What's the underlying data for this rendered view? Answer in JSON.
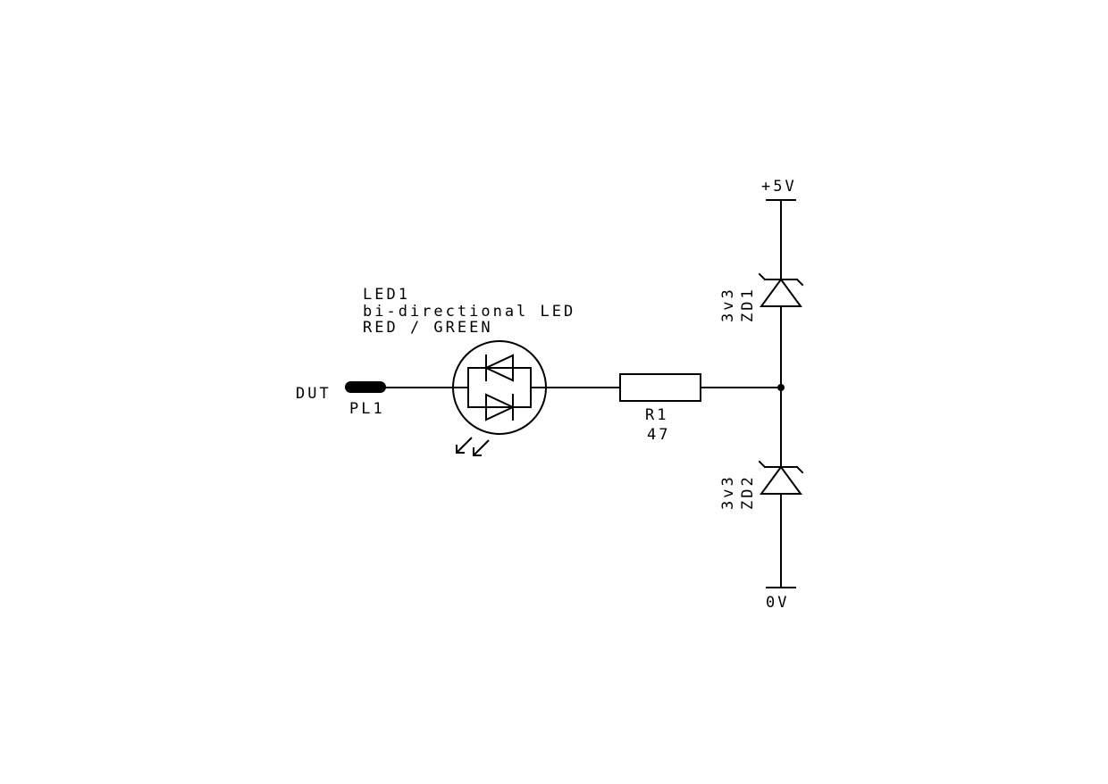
{
  "labels": {
    "dut": "DUT",
    "pl1": "PL1",
    "led_ref": "LED1",
    "led_desc": "bi-directional LED",
    "led_colors": "RED / GREEN",
    "r1_ref": "R1",
    "r1_value": "47",
    "zd1_value": "3v3",
    "zd1_ref": "ZD1",
    "zd2_value": "3v3",
    "zd2_ref": "ZD2",
    "vplus": "+5V",
    "vzero": "0V"
  },
  "colors": {
    "line": "#000000",
    "background": "#ffffff"
  }
}
